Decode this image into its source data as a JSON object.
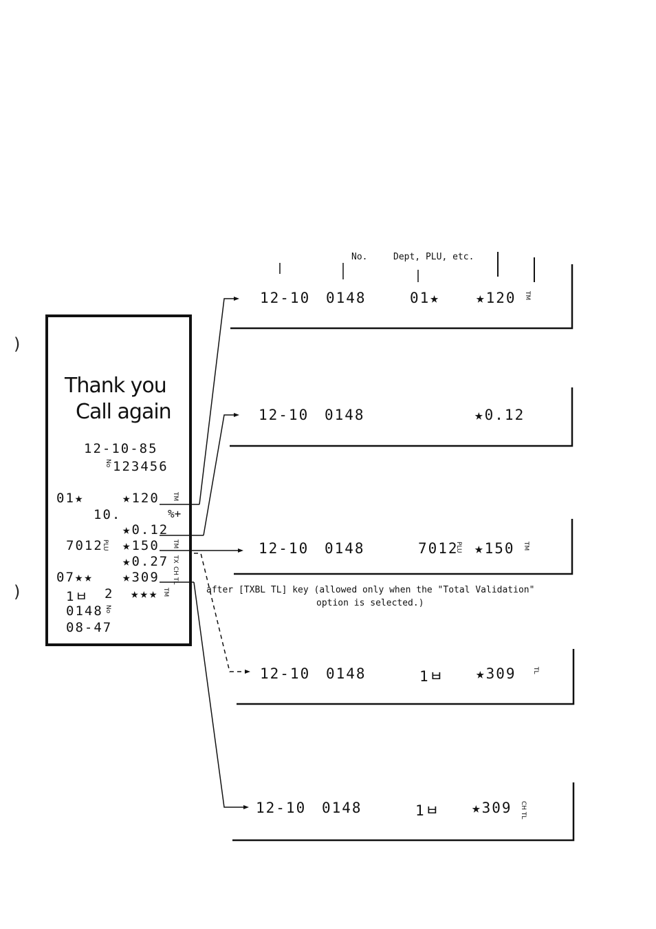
{
  "header": {
    "no_label": "No.",
    "dept_label": "Dept, PLU, etc."
  },
  "margin_marks": [
    ")",
    ")"
  ],
  "receipt": {
    "thank_line1": "Thank you",
    "thank_line2": "Call again",
    "date": "12-10-85",
    "no_symbol": "No",
    "consecutive_no": "123456",
    "lines": [
      {
        "left": "01★",
        "value": "★120",
        "symbol": "TM"
      },
      {
        "left": "10.",
        "value": "",
        "symbol": "%+"
      },
      {
        "left": "",
        "value": "★0.12",
        "symbol": ""
      },
      {
        "left": "7012",
        "left_symbol": "PLU",
        "value": "★150",
        "symbol": "TM"
      },
      {
        "left": "",
        "value": "★0.27",
        "symbol": "TX"
      },
      {
        "left": "07★★",
        "value": "★309",
        "symbol": "CH TL"
      },
      {
        "left": "1ㅂ",
        "middle": "2",
        "value": "★★★",
        "symbol": "TM"
      }
    ],
    "register_no": "0148",
    "register_symbol": "No",
    "time": "08-47"
  },
  "validations": [
    {
      "date": "12-10",
      "reg": "0148",
      "item": "01★",
      "value": "★120",
      "symbol": "TM"
    },
    {
      "date": "12-10",
      "reg": "0148",
      "item": "",
      "value": "★0.12",
      "symbol": ""
    },
    {
      "date": "12-10",
      "reg": "0148",
      "item": "7012",
      "item_symbol": "PLU",
      "value": "★150",
      "symbol": "TM"
    },
    {
      "date": "12-10",
      "reg": "0148",
      "item": "1ㅂ",
      "value": "★309",
      "symbol": "TL"
    },
    {
      "date": "12-10",
      "reg": "0148",
      "item": "1ㅂ",
      "value": "★309",
      "symbol": "CH TL"
    }
  ],
  "note": {
    "line1": "after [TXBL TL] key (allowed only when the \"Total Validation\"",
    "line2": "option is selected.)"
  }
}
